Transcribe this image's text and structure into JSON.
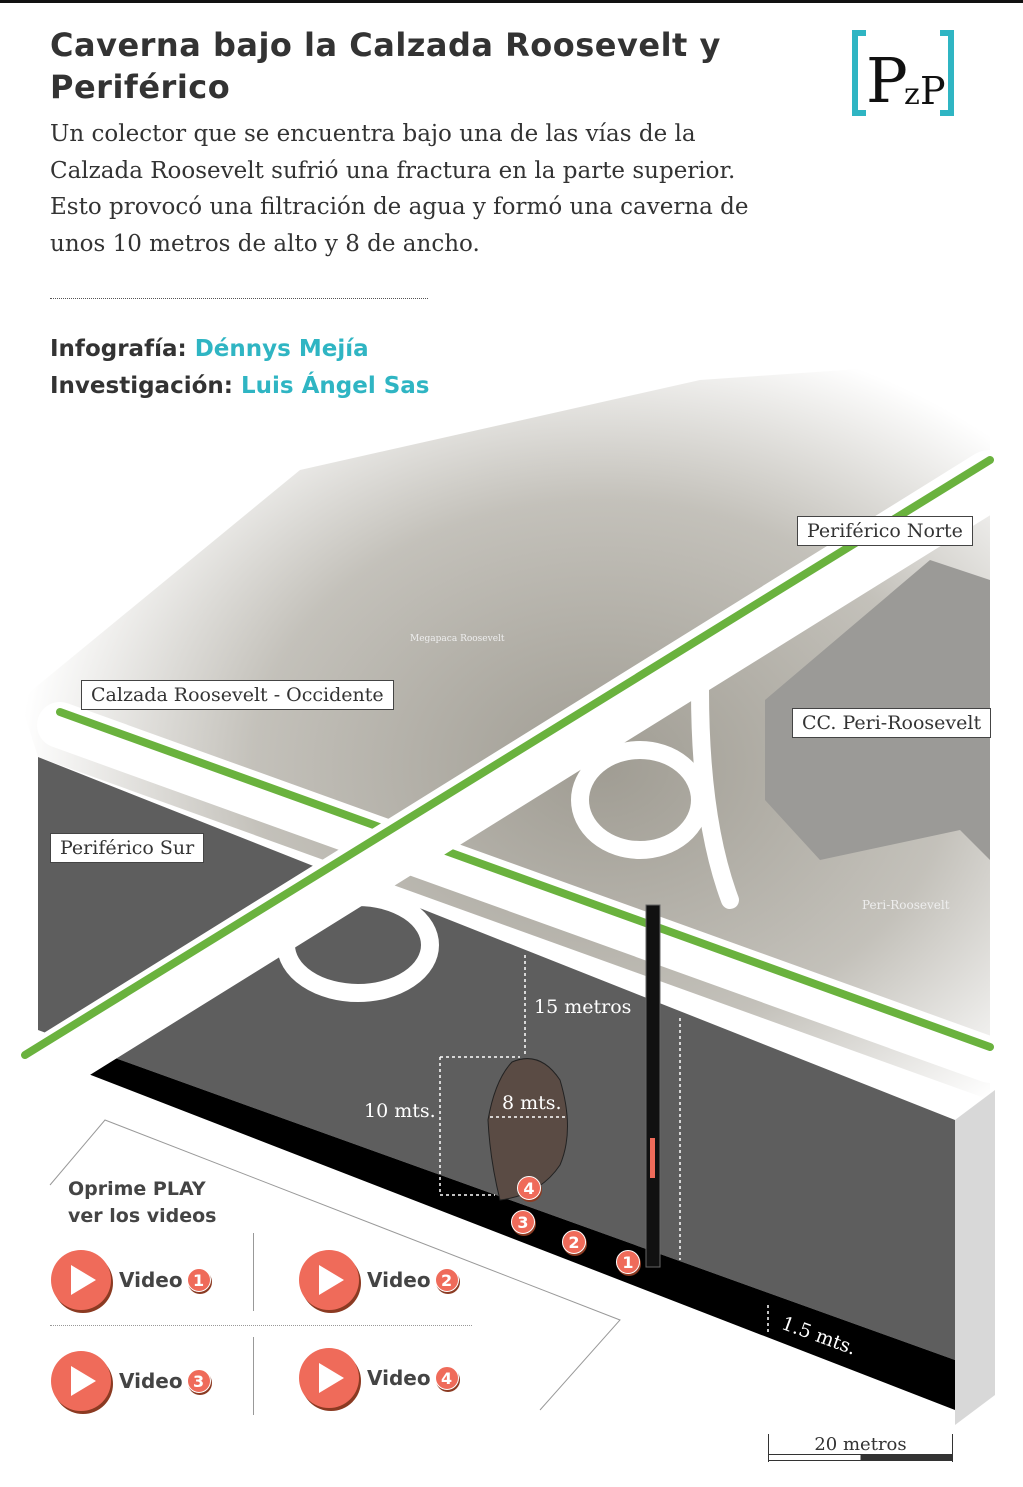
{
  "header": {
    "title": "Caverna bajo la Calzada Roosevelt y Periférico",
    "lead": "Un colector que se encuentra bajo una de las vías de la Calzada Roosevelt sufrió una fractura en la parte superior. Esto provocó una filtración de agua y formó una caverna de unos 10 metros de alto y 8 de ancho."
  },
  "logo": {
    "text": "PzP",
    "color": "#2fb5c3"
  },
  "credits": [
    {
      "role": "Infografía:",
      "name": "Dénnys Mejía"
    },
    {
      "role": "Investigación:",
      "name": "Luis Ángel Sas"
    }
  ],
  "labels": {
    "periferico_norte": "Periférico Norte",
    "calzada_occidente": "Calzada Roosevelt - Occidente",
    "cc_peri": "CC. Peri-Roosevelt",
    "periferico_sur": "Periférico Sur",
    "map_megapaca": "Megapaca Roosevelt",
    "map_peri": "Peri-Roosevelt"
  },
  "measures": {
    "depth": "15 metros",
    "height": "10 mts.",
    "width": "8 mts.",
    "tunnel": "1.5 mts."
  },
  "markers": [
    "1",
    "2",
    "3",
    "4"
  ],
  "videos": {
    "title_line1": "Oprime PLAY",
    "title_line2": "ver los videos",
    "items": [
      {
        "label": "Video",
        "num": "1"
      },
      {
        "label": "Video",
        "num": "2"
      },
      {
        "label": "Video",
        "num": "3"
      },
      {
        "label": "Video",
        "num": "4"
      }
    ]
  },
  "scale": {
    "label": "20 metros"
  },
  "colors": {
    "accent": "#2fb5c3",
    "play": "#ef6b5a",
    "road_green": "#6ab23e",
    "ground": "#5e5e5e",
    "tunnel": "#000000"
  }
}
